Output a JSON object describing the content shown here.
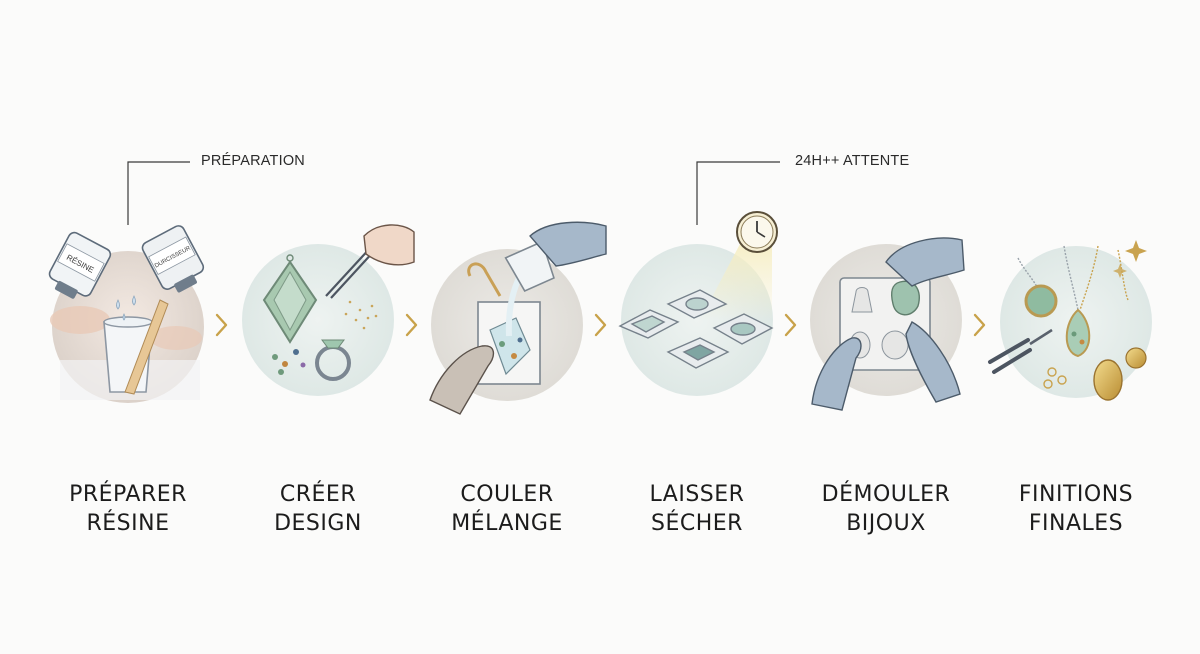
{
  "callouts": [
    {
      "label": "PRÉPARATION"
    },
    {
      "label": "24H++ ATTENTE"
    }
  ],
  "steps": [
    {
      "line1": "PRÉPARER",
      "line2": "RÉSINE",
      "bottle_left_label": "RÉSINE",
      "bottle_right_label": "DURCISSEUR"
    },
    {
      "line1": "CRÉER",
      "line2": "DESIGN"
    },
    {
      "line1": "COULER",
      "line2": "MÉLANGE"
    },
    {
      "line1": "LAISSER",
      "line2": "SÉCHER"
    },
    {
      "line1": "DÉMOULER",
      "line2": "BIJOUX"
    },
    {
      "line1": "FINITIONS",
      "line2": "FINALES"
    }
  ],
  "colors": {
    "accent_arrow": "#c8a24a",
    "circle_bg": "#e6eeec",
    "glove": "#9fb2c6",
    "resin_green": "#8fb9a0",
    "gold": "#d2ad52"
  },
  "icons": [
    "chevron-right-icon",
    "clock-icon",
    "sparkle-icon"
  ]
}
